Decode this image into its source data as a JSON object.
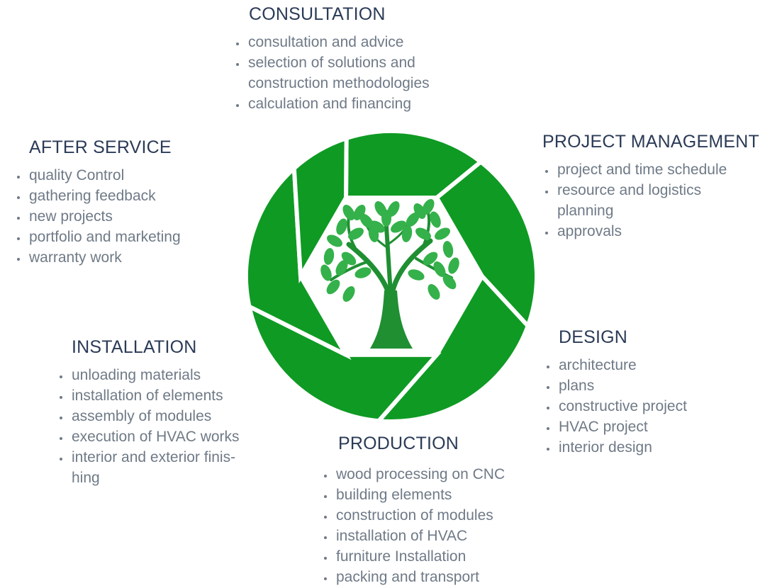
{
  "colors": {
    "segment_green": "#0f9a24",
    "segment_border": "#ffffff",
    "center_bg": "#ffffff",
    "tree_green": "#34b14a",
    "trunk_green": "#1f8f32",
    "heading": "#2b3b57",
    "text": "#6f7a87"
  },
  "icons": {
    "center": "tree-icon",
    "bullet": "bullet-dot"
  },
  "stages": [
    {
      "id": "consultation",
      "title": "CONSULTATION",
      "items": [
        [
          "consultation and advice"
        ],
        [
          "selection of solutions and",
          "construction methodologies"
        ],
        [
          "calculation and financing"
        ]
      ]
    },
    {
      "id": "project-management",
      "title": "PROJECT MANAGEMENT",
      "items": [
        [
          "project and time schedule"
        ],
        [
          "resource and logistics",
          "planning"
        ],
        [
          "approvals"
        ]
      ]
    },
    {
      "id": "design",
      "title": "DESIGN",
      "items": [
        [
          "architecture"
        ],
        [
          "plans"
        ],
        [
          "constructive project"
        ],
        [
          "HVAC project"
        ],
        [
          "interior design"
        ]
      ]
    },
    {
      "id": "production",
      "title": "PRODUCTION",
      "items": [
        [
          "wood processing on CNC"
        ],
        [
          "building elements"
        ],
        [
          "construction of modules"
        ],
        [
          "installation of HVAC"
        ],
        [
          "furniture Installation"
        ],
        [
          "packing and transport"
        ]
      ]
    },
    {
      "id": "installation",
      "title": "INSTALLATION",
      "items": [
        [
          "unloading materials"
        ],
        [
          "installation of elements"
        ],
        [
          "assembly of modules"
        ],
        [
          "execution of HVAC works"
        ],
        [
          "interior and exterior finis-",
          "hing"
        ]
      ]
    },
    {
      "id": "after-service",
      "title": "AFTER SERVICE",
      "items": [
        [
          "quality Control"
        ],
        [
          "gathering feedback"
        ],
        [
          "new projects"
        ],
        [
          "portfolio and marketing"
        ],
        [
          "warranty work"
        ]
      ]
    }
  ]
}
